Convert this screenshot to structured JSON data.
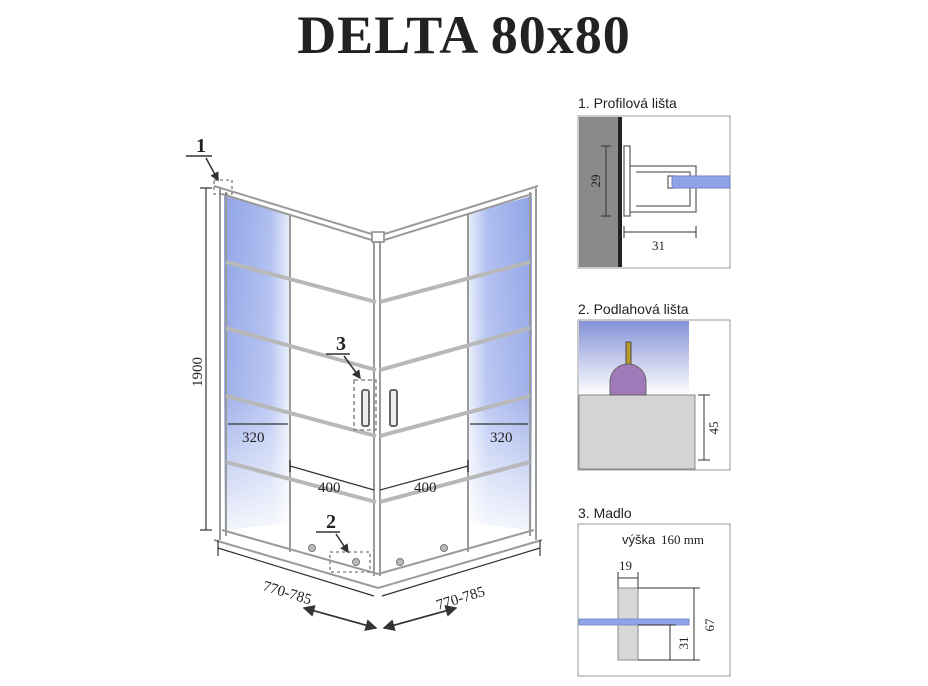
{
  "title": "DELTA 80x80",
  "callouts": {
    "c1": "1",
    "c2": "2",
    "c3": "3"
  },
  "dims": {
    "height": "1900",
    "side_panel_left": "320",
    "side_panel_right": "320",
    "entry_left": "400",
    "entry_right": "400",
    "base_left": "770-785",
    "base_right": "770-785"
  },
  "details": {
    "profile": {
      "heading": "1. Profilová lišta",
      "dim_h": "29",
      "dim_w": "31"
    },
    "floor": {
      "heading": "2. Podlahová lišta",
      "dim_h": "45"
    },
    "handle": {
      "heading": "3. Madlo",
      "note_label": "výška",
      "note_value": "160 mm",
      "dim_w": "19",
      "dim_h_total": "67",
      "dim_h_lower": "31"
    }
  },
  "colors": {
    "glass_tint": "#8fa8e8",
    "frame": "#9a9a9a",
    "wall": "#8a8a8a",
    "floor_block": "#d4d4d4",
    "seal": "#a07ab8",
    "glass_edge": "#6f84c6"
  }
}
